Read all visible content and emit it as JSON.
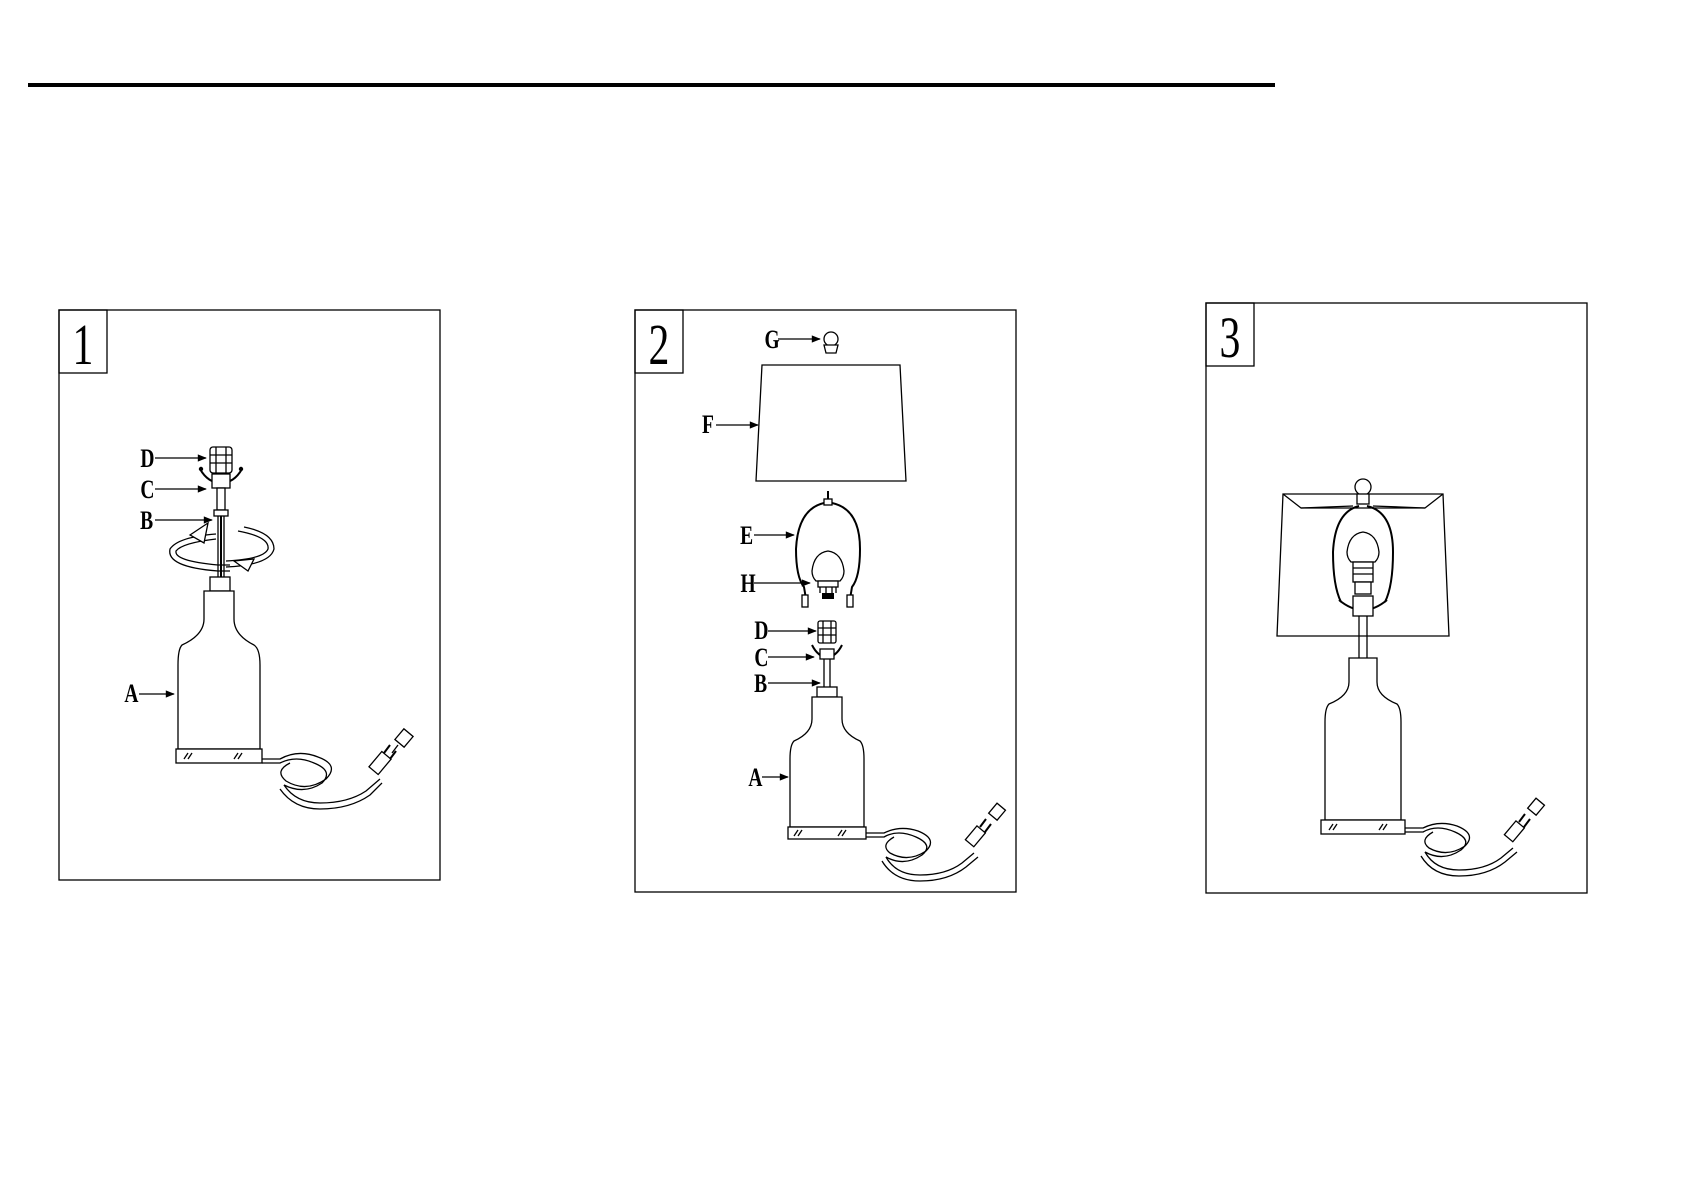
{
  "steps": [
    {
      "number": "1",
      "labels": {
        "d": "D",
        "c": "C",
        "b": "B",
        "a": "A"
      }
    },
    {
      "number": "2",
      "labels": {
        "g": "G",
        "f": "F",
        "e": "E",
        "h": "H",
        "d": "D",
        "c": "C",
        "b": "B",
        "a": "A"
      }
    },
    {
      "number": "3",
      "labels": {}
    }
  ]
}
